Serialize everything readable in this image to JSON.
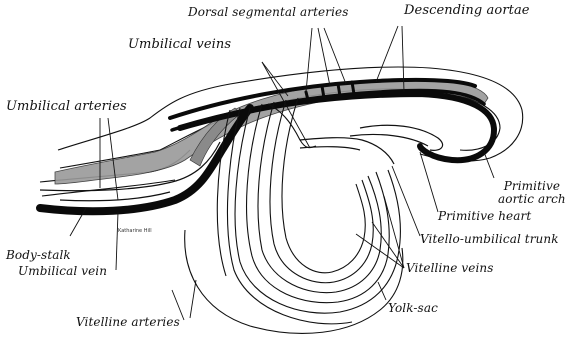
{
  "figure": {
    "labels": {
      "dorsal_segmental_arteries": "Dorsal segmental arteries",
      "descending_aortae": "Descending aortae",
      "umbilical_veins": "Umbilical veins",
      "umbilical_arteries": "Umbilical arteries",
      "primitive_aortic_arch": "Primitive\naortic arch",
      "primitive_heart": "Primitive heart",
      "vitello_umbilical_trunk": "Vitello-umbilical trunk",
      "vitelline_veins": "Vitelline veins",
      "yolk_sac": "Yolk-sac",
      "body_stalk": "Body-stalk",
      "umbilical_vein": "Umbilical vein",
      "vitelline_arteries": "Vitelline arteries",
      "artist_signature": "Katharine Hill"
    },
    "colors": {
      "ink": "#111111",
      "vessel_black": "#0a0a0a",
      "tissue_shade": "#9a9a9a",
      "background": "#ffffff"
    }
  }
}
